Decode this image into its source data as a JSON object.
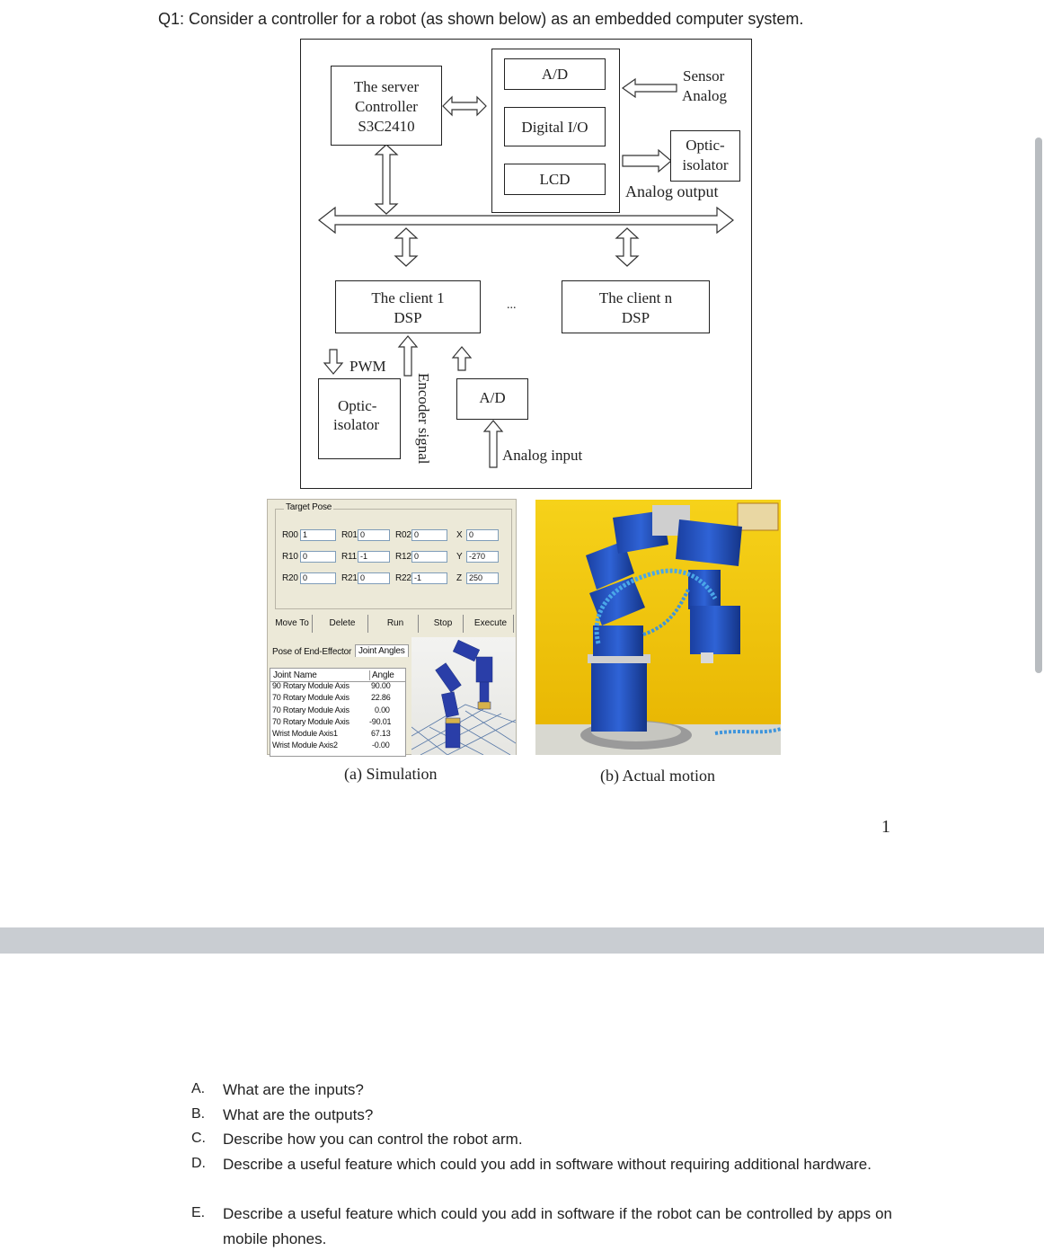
{
  "question_title": "Q1: Consider a controller for a robot (as shown below) as an embedded computer system.",
  "diagram": {
    "server_box": [
      "The server",
      "Controller",
      "S3C2410"
    ],
    "ad_top": "A/D",
    "digital_io": "Digital I/O",
    "lcd": "LCD",
    "sensor_analog": [
      "Sensor",
      "Analog"
    ],
    "optic_isolator_top": [
      "Optic-",
      "isolator"
    ],
    "analog_output": "Analog output",
    "client1": [
      "The client 1",
      "DSP"
    ],
    "ellipsis": "...",
    "clientn": [
      "The client n",
      "DSP"
    ],
    "pwm": "PWM",
    "optic_isolator_bottom": [
      "Optic-",
      "isolator"
    ],
    "encoder_signal": "Encoder signal",
    "ad_bottom": "A/D",
    "analog_input": "Analog input"
  },
  "simulation": {
    "target_pose_label": "Target Pose",
    "matrix": [
      [
        {
          "k": "R00",
          "v": "1"
        },
        {
          "k": "R01",
          "v": "0"
        },
        {
          "k": "R02",
          "v": "0"
        },
        {
          "k": "X",
          "v": "0"
        }
      ],
      [
        {
          "k": "R10",
          "v": "0"
        },
        {
          "k": "R11",
          "v": "-1"
        },
        {
          "k": "R12",
          "v": "0"
        },
        {
          "k": "Y",
          "v": "-270"
        }
      ],
      [
        {
          "k": "R20",
          "v": "0"
        },
        {
          "k": "R21",
          "v": "0"
        },
        {
          "k": "R22",
          "v": "-1"
        },
        {
          "k": "Z",
          "v": "250"
        }
      ]
    ],
    "buttons": [
      "Move To",
      "Delete",
      "Run",
      "Stop",
      "Execute"
    ],
    "tabs": [
      "Pose of End-Effector",
      "Joint Angles"
    ],
    "table_headers": [
      "Joint Name",
      "Angle"
    ],
    "table_rows": [
      [
        "90 Rotary Module Axis",
        "90.00"
      ],
      [
        "70 Rotary Module Axis",
        "22.86"
      ],
      [
        "70 Rotary Module Axis",
        "0.00"
      ],
      [
        "70 Rotary Module Axis",
        "-90.01"
      ],
      [
        "Wrist Module Axis1",
        "67.13"
      ],
      [
        "Wrist Module Axis2",
        "-0.00"
      ]
    ]
  },
  "captions": {
    "simulation": "(a) Simulation",
    "actual": "(b) Actual motion"
  },
  "page_number": "1",
  "questions": [
    {
      "letter": "A.",
      "text": "What are the inputs?"
    },
    {
      "letter": "B.",
      "text": "What are the outputs?"
    },
    {
      "letter": "C.",
      "text": "Describe how you can control the robot arm."
    },
    {
      "letter": "D.",
      "text": "Describe a useful feature which could you add in software without requiring additional hardware."
    },
    {
      "letter": "E.",
      "text": "Describe a useful feature which could you add in software if the robot can be controlled by apps on mobile phones."
    }
  ]
}
